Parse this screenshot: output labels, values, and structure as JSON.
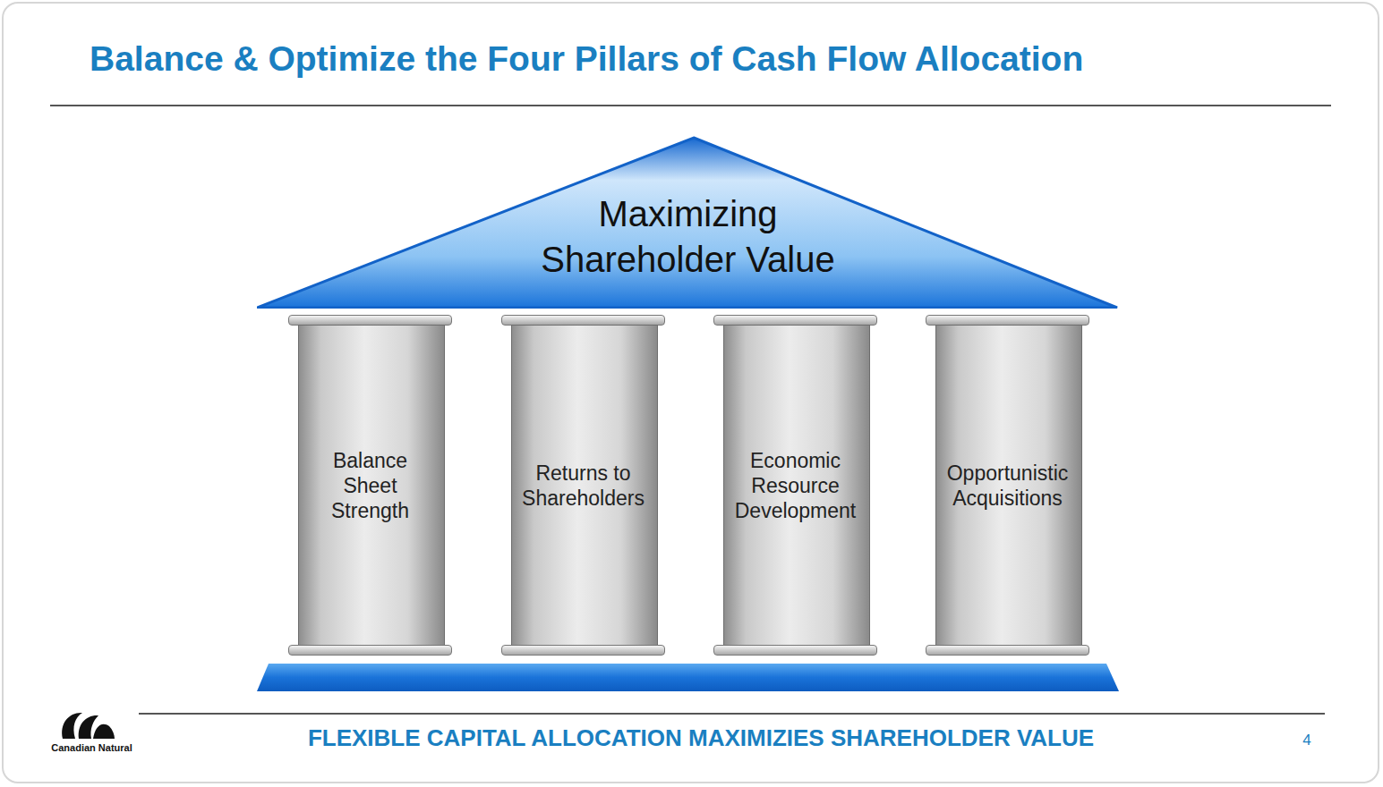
{
  "diagram": {
    "title": "Balance & Optimize the Four Pillars of Cash Flow Allocation",
    "caption": "FLEXIBLE CAPITAL ALLOCATION MAXIMIZIES SHAREHOLDER VALUE",
    "nodes": [
      {
        "text": [
          "Maximizing Shareholder Value"
        ]
      },
      {
        "text": [
          "Balance Sheet Strength"
        ]
      },
      {
        "text": [
          "Returns to Shareholders"
        ]
      },
      {
        "text": [
          "Economic Resource Development"
        ]
      },
      {
        "text": [
          "Opportunistic Acquisitions"
        ]
      }
    ],
    "labels": [
      "Canadian Natural",
      "4"
    ]
  }
}
